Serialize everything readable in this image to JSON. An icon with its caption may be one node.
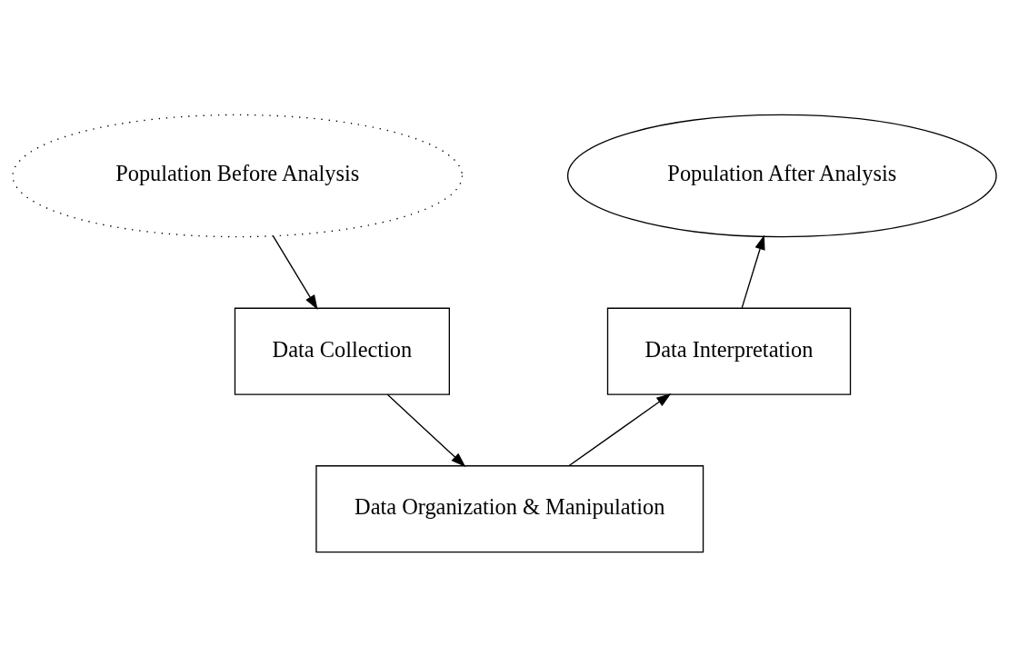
{
  "diagram": {
    "nodes": [
      {
        "text": [
          "Population Before Analysis"
        ]
      },
      {
        "text": [
          "Population After Analysis"
        ]
      },
      {
        "text": [
          "Data Collection"
        ]
      },
      {
        "text": [
          "Data Organization & Manipulation"
        ]
      },
      {
        "text": [
          "Data Interpretation"
        ]
      }
    ],
    "edges": [
      {
        "from": 0,
        "to": 2,
        "arrow": "to"
      },
      {
        "from": 2,
        "to": 3,
        "arrow": "to"
      },
      {
        "from": 3,
        "to": 4,
        "arrow": "to"
      },
      {
        "from": 4,
        "to": 1,
        "arrow": "to"
      }
    ]
  }
}
